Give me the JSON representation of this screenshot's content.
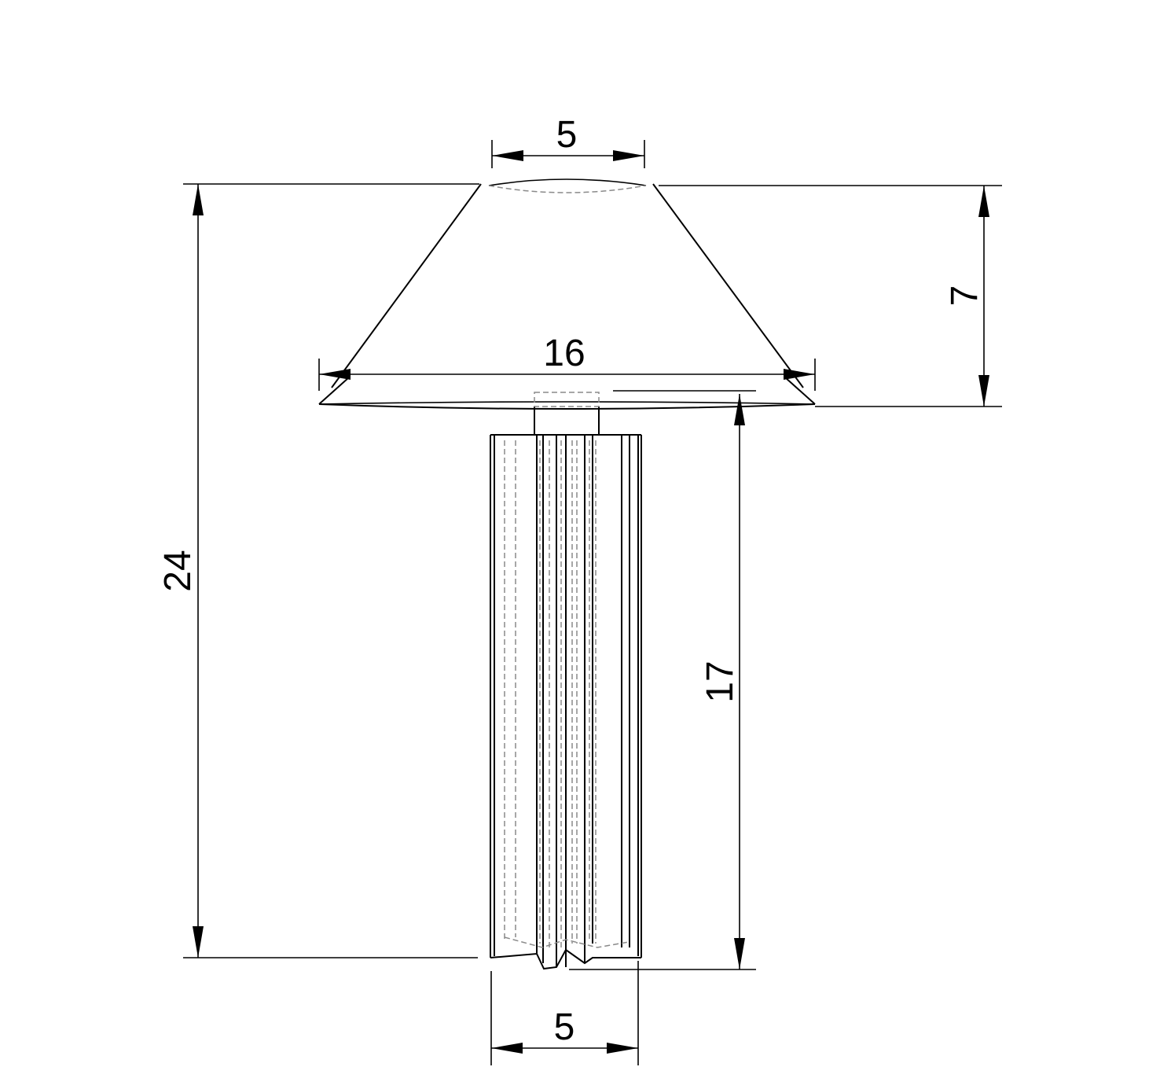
{
  "drawing": {
    "dimensions": {
      "shade_top_width": "5",
      "shade_bottom_width": "16",
      "shade_height": "7",
      "total_height": "24",
      "base_height": "17",
      "base_width": "5"
    }
  }
}
